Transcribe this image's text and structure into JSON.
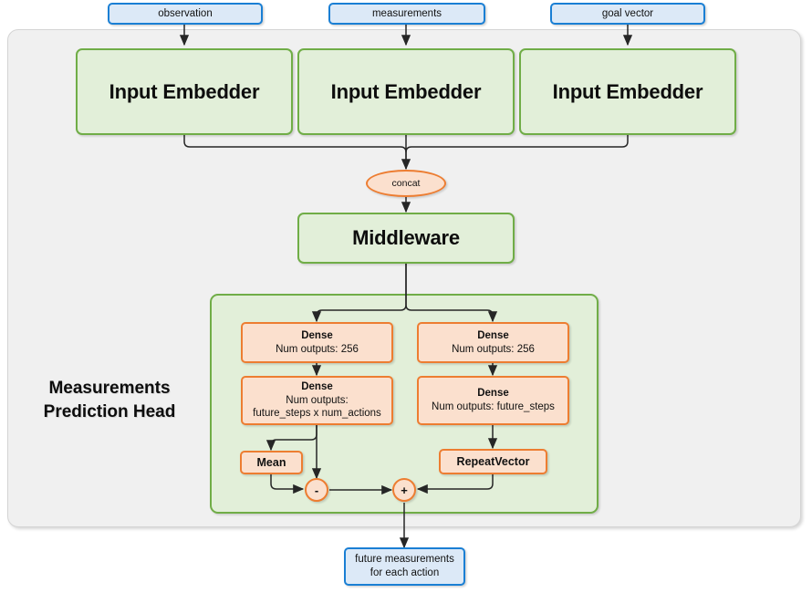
{
  "diagram": {
    "title": "Measurements Prediction Head network architecture",
    "colors": {
      "outer_panel_bg": "#f0f0f0",
      "outer_panel_border": "#d4d4d4",
      "io_box_bg": "#dce9f7",
      "io_box_border": "#1a7fd4",
      "green_bg": "#e2efd9",
      "green_border": "#70ad47",
      "orange_bg": "#fbe0ce",
      "orange_border": "#ed7d31",
      "wire": "#262626"
    }
  },
  "inputs": [
    {
      "label": "observation"
    },
    {
      "label": "measurements"
    },
    {
      "label": "goal vector"
    }
  ],
  "embedders": [
    {
      "label": "Input Embedder"
    },
    {
      "label": "Input Embedder"
    },
    {
      "label": "Input Embedder"
    }
  ],
  "concat": {
    "label": "concat"
  },
  "middleware": {
    "label": "Middleware"
  },
  "head": {
    "title_line1": "Measurements",
    "title_line2": "Prediction Head",
    "left_branch": {
      "dense1": {
        "title": "Dense",
        "detail": "Num outputs: 256"
      },
      "dense2": {
        "title": "Dense",
        "detail_line1": "Num outputs:",
        "detail_line2": "future_steps x num_actions"
      },
      "mean": {
        "label": "Mean"
      }
    },
    "right_branch": {
      "dense1": {
        "title": "Dense",
        "detail": "Num outputs: 256"
      },
      "dense2": {
        "title": "Dense",
        "detail": "Num outputs: future_steps"
      },
      "repeat_vector": {
        "label": "RepeatVector"
      }
    },
    "ops": {
      "subtract": {
        "symbol": "-"
      },
      "add": {
        "symbol": "+"
      }
    }
  },
  "output": {
    "line1": "future measurements",
    "line2": "for each action"
  }
}
